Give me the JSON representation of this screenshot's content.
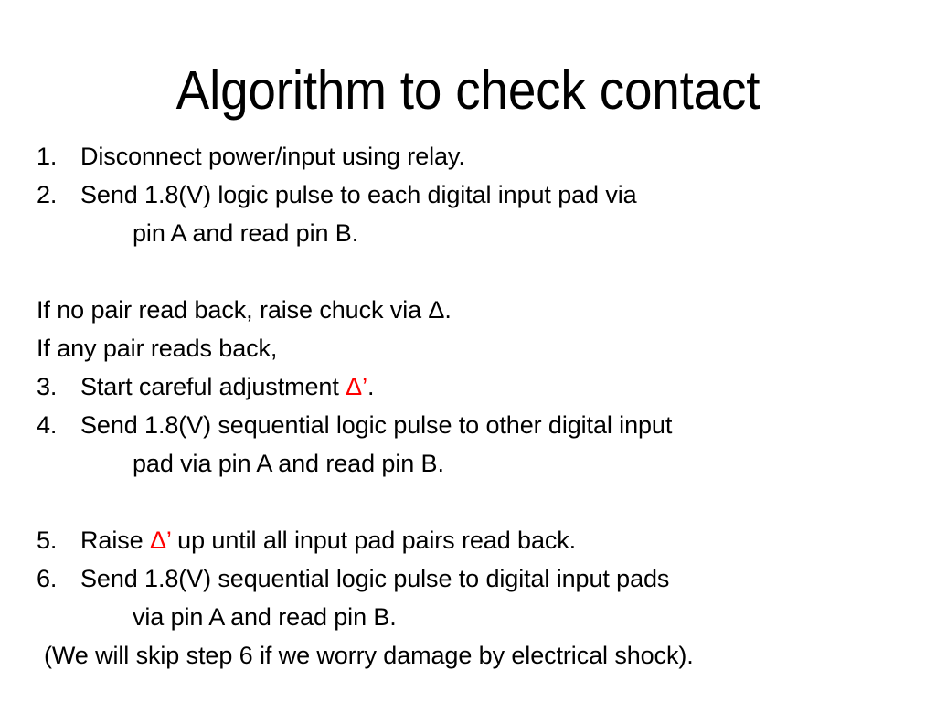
{
  "slide": {
    "title": "Algorithm to check contact",
    "background_color": "#ffffff",
    "text_color": "#000000",
    "accent_color": "#ff0000"
  },
  "symbols": {
    "delta": "Δ",
    "delta_prime": "Δ’"
  },
  "body": {
    "lines": [
      {
        "id": "step-1",
        "kind": "numbered",
        "marker": "1.",
        "text": "Disconnect power/input using relay."
      },
      {
        "id": "step-2",
        "kind": "numbered",
        "marker": "2.",
        "text": "Send 1.8(V) logic pulse to each digital input pad via"
      },
      {
        "id": "step-2-cont",
        "kind": "continuation",
        "text": "pin A and read pin B."
      },
      {
        "id": "spacer-1",
        "kind": "spacer"
      },
      {
        "id": "note-no-pair",
        "kind": "plain",
        "text_before": "If no pair read back, raise chuck via ",
        "symbol": "Δ",
        "symbol_color": "black",
        "text_after": "."
      },
      {
        "id": "note-any-pair",
        "kind": "plain",
        "text": "If any pair reads back,"
      },
      {
        "id": "step-3",
        "kind": "numbered-symbol",
        "marker": "3.",
        "text_before": "Start careful adjustment ",
        "symbol": "Δ’",
        "symbol_color": "red",
        "text_after": "."
      },
      {
        "id": "step-4",
        "kind": "numbered",
        "marker": "4.",
        "text": "Send 1.8(V) sequential logic pulse to other digital input"
      },
      {
        "id": "step-4-cont",
        "kind": "continuation",
        "text": "pad via pin A and read pin B."
      },
      {
        "id": "spacer-2",
        "kind": "spacer"
      },
      {
        "id": "step-5",
        "kind": "numbered-symbol",
        "marker": "5.",
        "text_before": "Raise ",
        "symbol": "Δ’",
        "symbol_color": "red",
        "text_after": " up until all input pad pairs read back."
      },
      {
        "id": "step-6",
        "kind": "numbered",
        "marker": "6.",
        "text": "Send 1.8(V) sequential logic pulse to digital input pads"
      },
      {
        "id": "step-6-cont",
        "kind": "continuation",
        "text": "via pin A and read pin B."
      },
      {
        "id": "closing-note",
        "kind": "note",
        "text": "(We will skip step 6 if we worry damage by electrical shock)."
      }
    ]
  }
}
